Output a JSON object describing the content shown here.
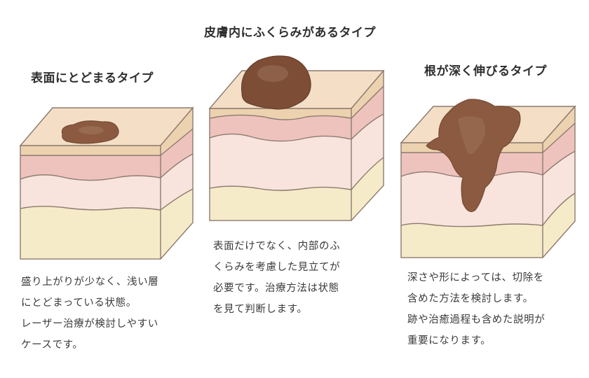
{
  "panels": [
    {
      "id": "surface",
      "title": "表面にとどまるタイプ",
      "description": [
        "盛り上がりが少なく、浅い層",
        "にとどまっている状態。",
        "レーザー治療が検討しやすい",
        "ケースです。"
      ]
    },
    {
      "id": "raised",
      "title": "皮膚内にふくらみがあるタイプ",
      "description": [
        "表面だけでなく、内部のふ",
        "くらみを考慮した見立てが",
        "必要です。治療方法は状態",
        "を見て判断します。"
      ]
    },
    {
      "id": "deep-root",
      "title": "根が深く伸びるタイプ",
      "description": [
        "深さや形によっては、切除を",
        "含めた方法を検討します。",
        "跡や治癒過程も含めた説明が",
        "重要になります。"
      ]
    }
  ],
  "colors": {
    "outline": "#8c7a6e",
    "epidermis_top": "#f3dcc0",
    "epidermis_band": "#edd3b2",
    "dermis_upper": "#efc4bf",
    "dermis_lower": "#f8e2dc",
    "subcutis": "#f6ebc6",
    "lesion": "#8b5a40",
    "lesion_light": "#a97b5e"
  }
}
